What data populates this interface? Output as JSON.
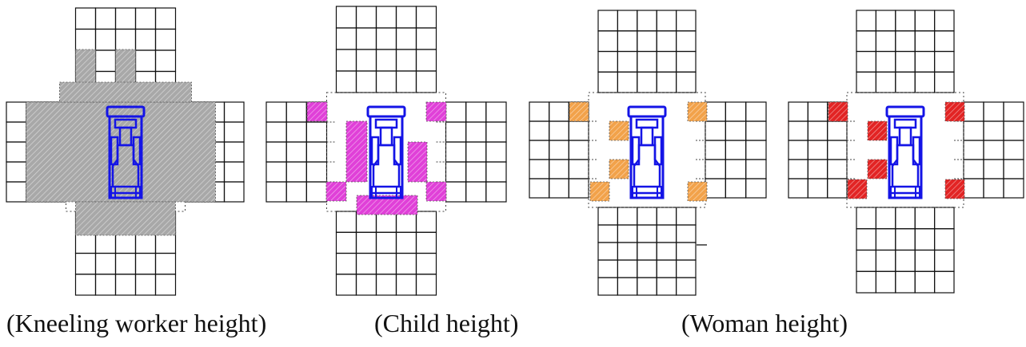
{
  "captions": [
    "(Kneeling worker height)",
    "(Child height)",
    "(Woman height)"
  ],
  "colors": {
    "grid_line": "#111111",
    "robot": "#1414e6",
    "kneeling_worker_fill": "#a8a8a8",
    "child_fill": "#e040d8",
    "woman_fill": "#f2a24a",
    "fourth_fill": "#e22424"
  },
  "panels": [
    {
      "name": "kneeling-worker-panel",
      "fill_key": "kneeling_worker_fill"
    },
    {
      "name": "child-panel",
      "fill_key": "child_fill"
    },
    {
      "name": "woman-panel",
      "fill_key": "woman_fill"
    },
    {
      "name": "fourth-panel",
      "fill_key": "fourth_fill"
    }
  ]
}
